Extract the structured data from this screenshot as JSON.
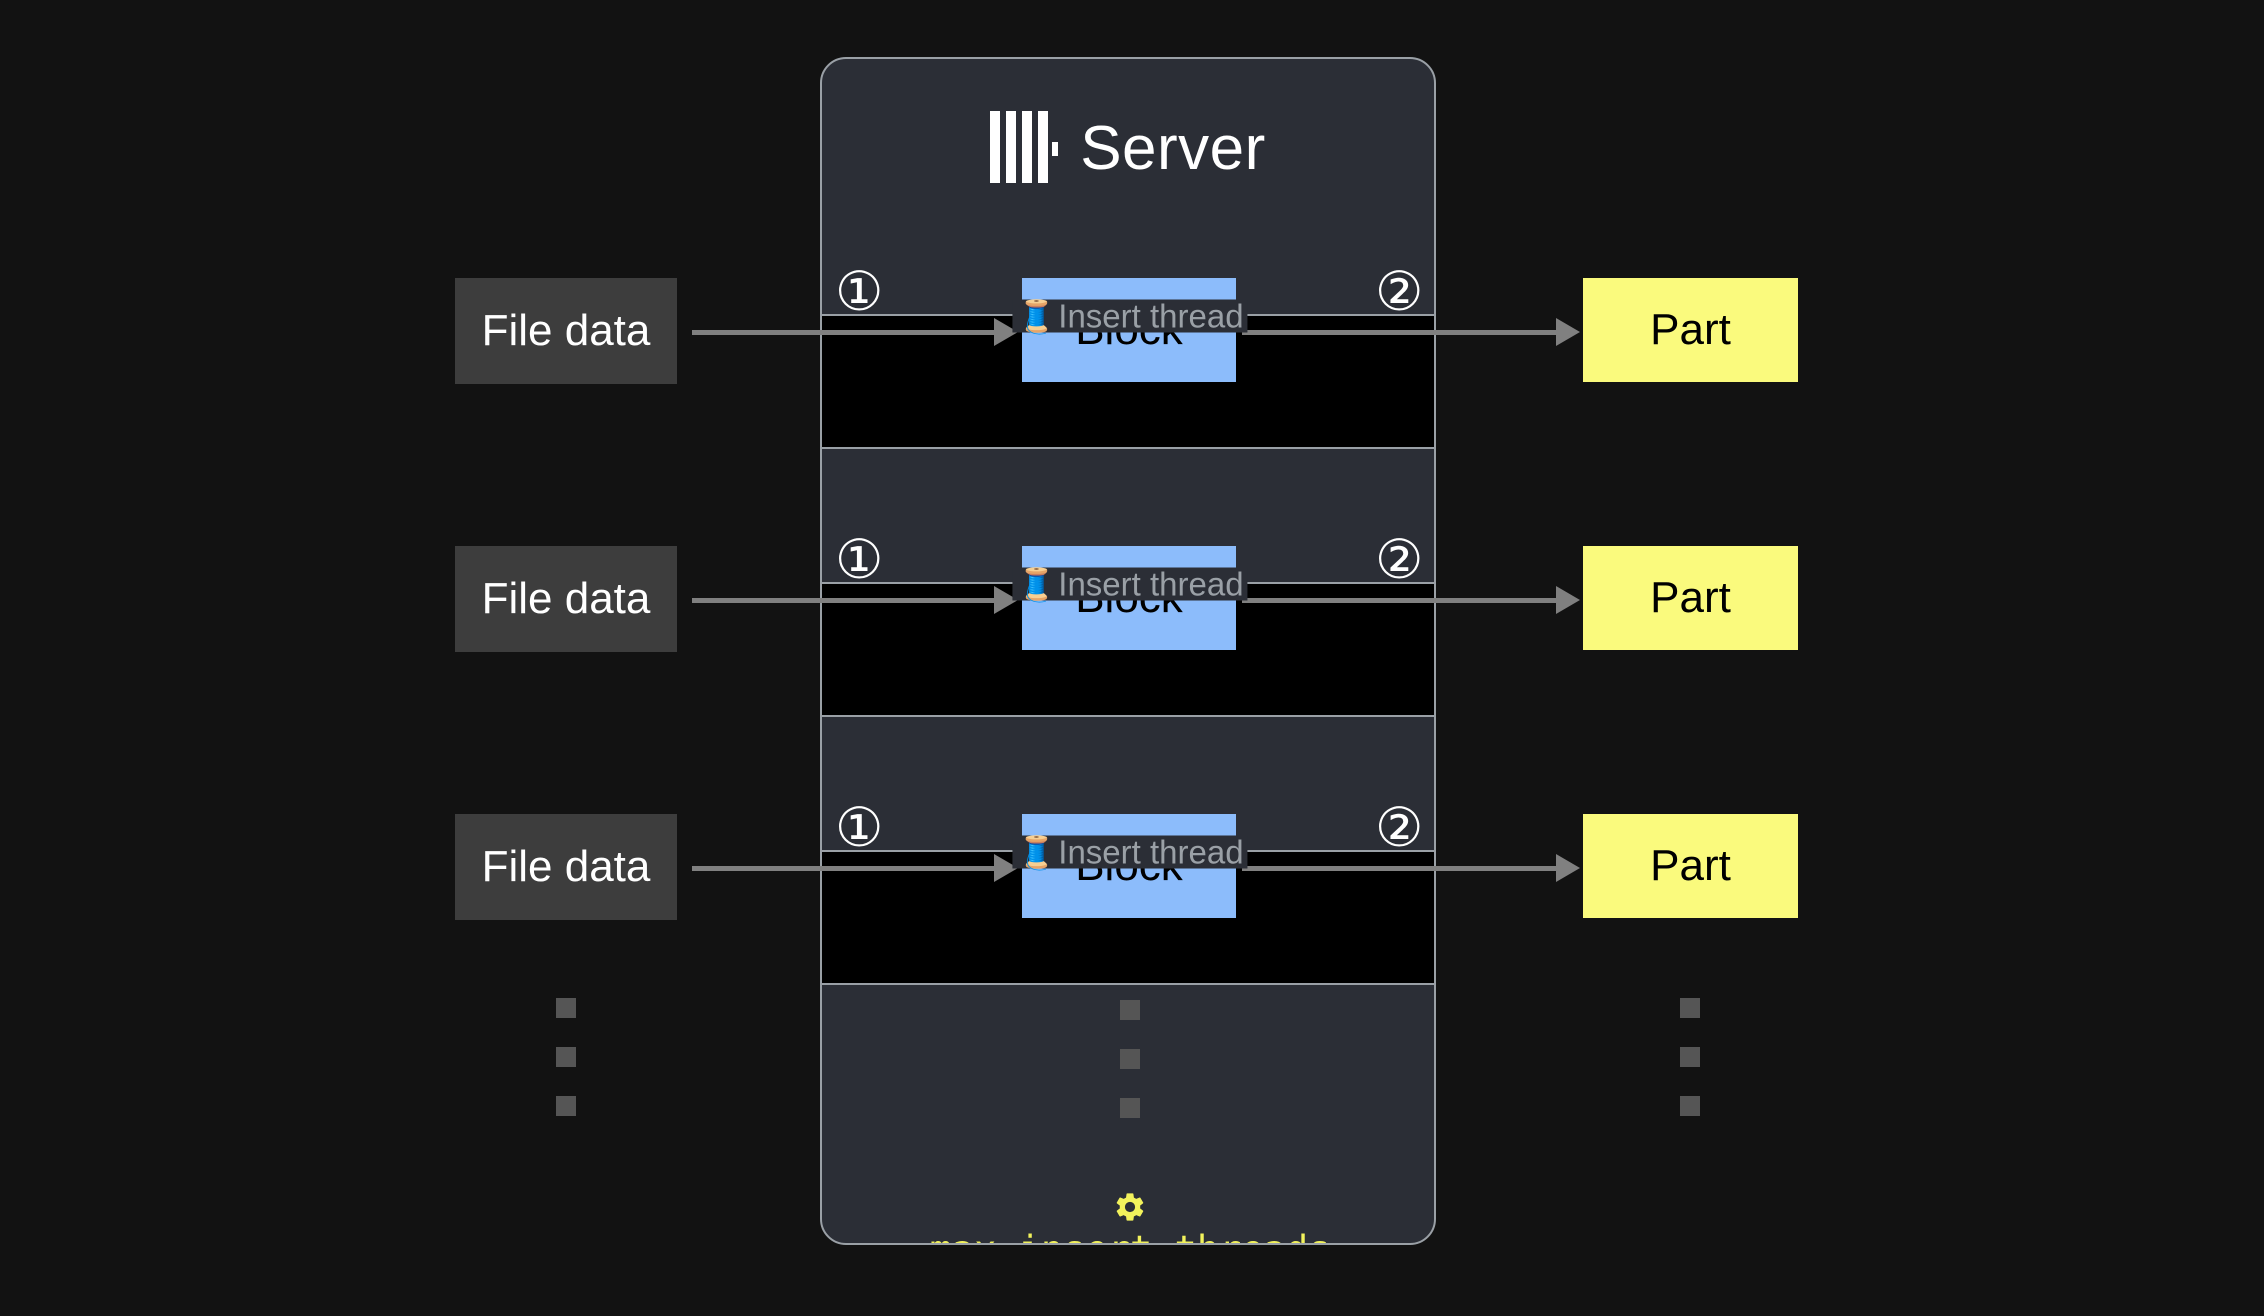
{
  "background_color": "#121212",
  "server": {
    "title": "Server",
    "logo_icon": "clickhouse-logo-icon",
    "panel_color": "#2b2e36",
    "border_color": "#9aa0a6"
  },
  "threads": [
    {
      "legend_icon": "thread-spool-icon",
      "legend_glyph": "🧵",
      "legend_label": "Insert thread",
      "input_label": "File data",
      "block_label": "Block",
      "output_label": "Part",
      "step_in": "①",
      "step_out": "②"
    },
    {
      "legend_icon": "thread-spool-icon",
      "legend_glyph": "🧵",
      "legend_label": "Insert thread",
      "input_label": "File data",
      "block_label": "Block",
      "output_label": "Part",
      "step_in": "①",
      "step_out": "②"
    },
    {
      "legend_icon": "thread-spool-icon",
      "legend_glyph": "🧵",
      "legend_label": "Insert thread",
      "input_label": "File data",
      "block_label": "Block",
      "output_label": "Part",
      "step_in": "①",
      "step_out": "②"
    }
  ],
  "ellipsis": {
    "icon": "vertical-ellipsis-icon",
    "square_count": 3,
    "color": "#555555"
  },
  "setting": {
    "icon": "gear-icon",
    "name": "max_insert_threads",
    "color": "#f2f25c"
  },
  "colors": {
    "file_data_box": "#3d3d3d",
    "block_box": "#8cbcfb",
    "part_box": "#fafa7d",
    "thread_box_fill": "#000000",
    "arrow": "#808080",
    "legend_text": "#9aa0a6"
  }
}
